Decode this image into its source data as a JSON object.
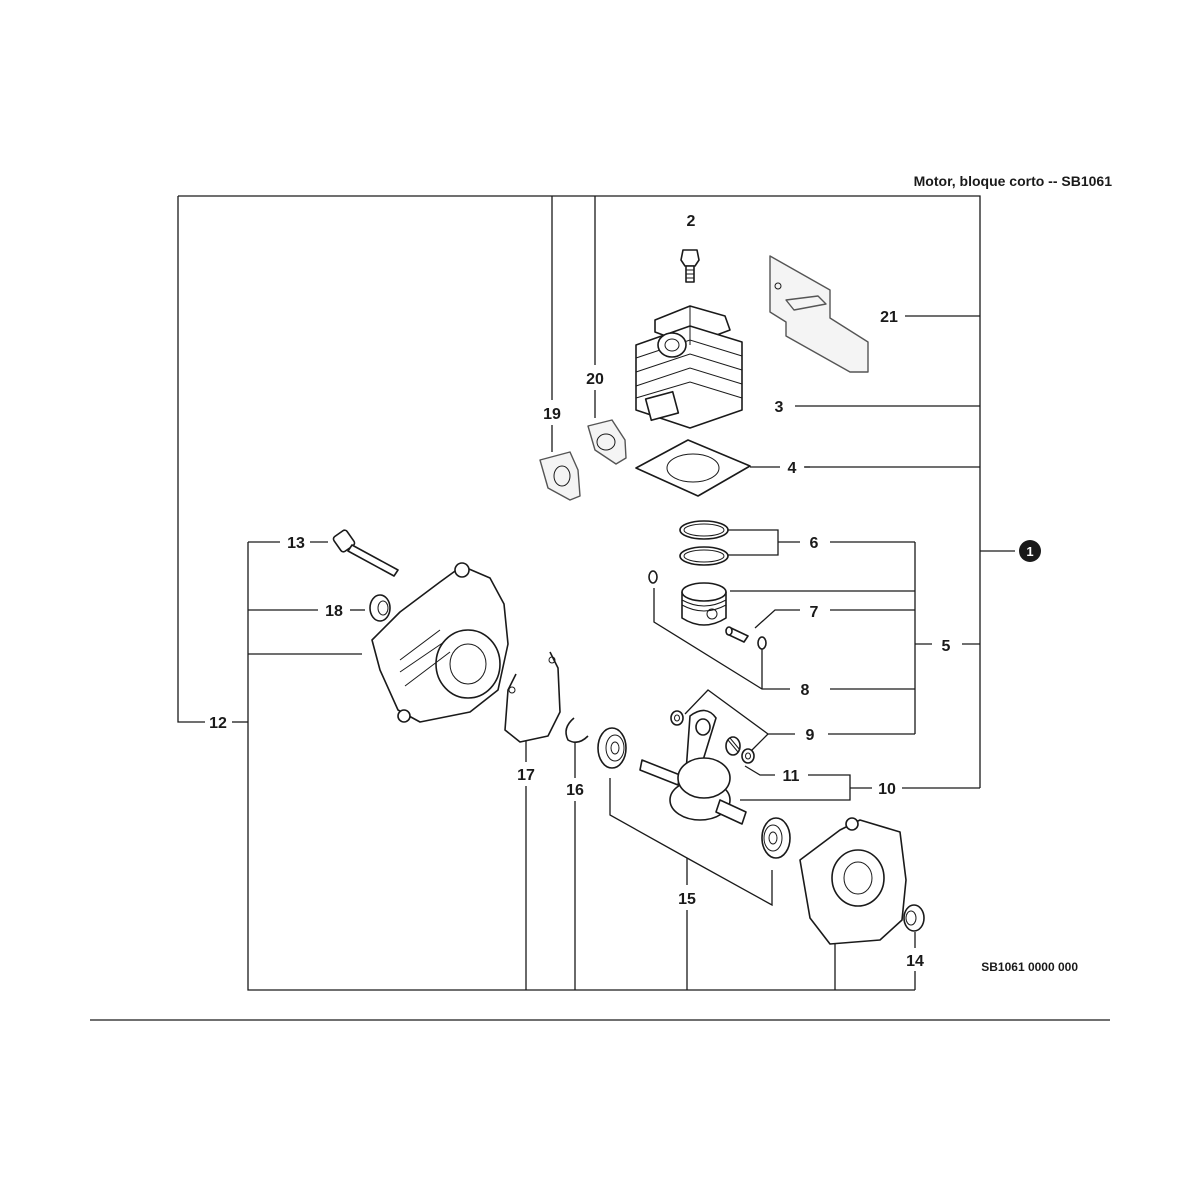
{
  "header": {
    "title": "Motor, bloque corto -- SB1061"
  },
  "diagram_code": "SB1061 0000 000",
  "assembly_marker": "1",
  "callouts": {
    "c2": "2",
    "c3": "3",
    "c4": "4",
    "c5": "5",
    "c6": "6",
    "c7": "7",
    "c8": "8",
    "c9": "9",
    "c10": "10",
    "c11": "11",
    "c12": "12",
    "c13": "13",
    "c14": "14",
    "c15": "15",
    "c16": "16",
    "c17": "17",
    "c18": "18",
    "c19": "19",
    "c20": "20",
    "c21": "21"
  },
  "colors": {
    "ink": "#1a1a1a",
    "gray_parts": "#555555",
    "background": "#ffffff"
  }
}
